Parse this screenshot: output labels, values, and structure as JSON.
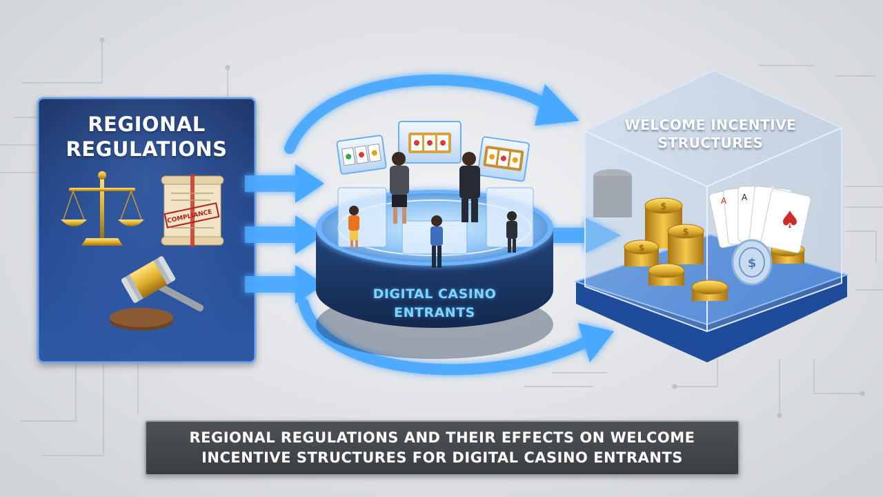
{
  "left_panel": {
    "title": "REGIONAL REGULATIONS",
    "stamp_text": "COMPLIANCE"
  },
  "center": {
    "title": "DIGITAL CASINO ENTRANTS"
  },
  "right_box": {
    "title": "WELCOME INCENTIVE STRUCTURES"
  },
  "caption": {
    "text": "REGIONAL REGULATIONS AND THEIR EFFECTS ON WELCOME INCENTIVE STRUCTURES FOR DIGITAL CASINO ENTRANTS"
  },
  "icons": [
    "scales-of-justice-icon",
    "compliance-scroll-icon",
    "gavel-icon",
    "slot-machine-icon",
    "person-icon",
    "coin-stack-icon",
    "playing-cards-icon",
    "poker-chip-icon",
    "arrow-icon"
  ],
  "colors": {
    "panel_blue": "#1e3d78",
    "arrow_glow": "#4aa8ff",
    "gold": "#e2b331",
    "caption_bg": "#3f4347"
  }
}
